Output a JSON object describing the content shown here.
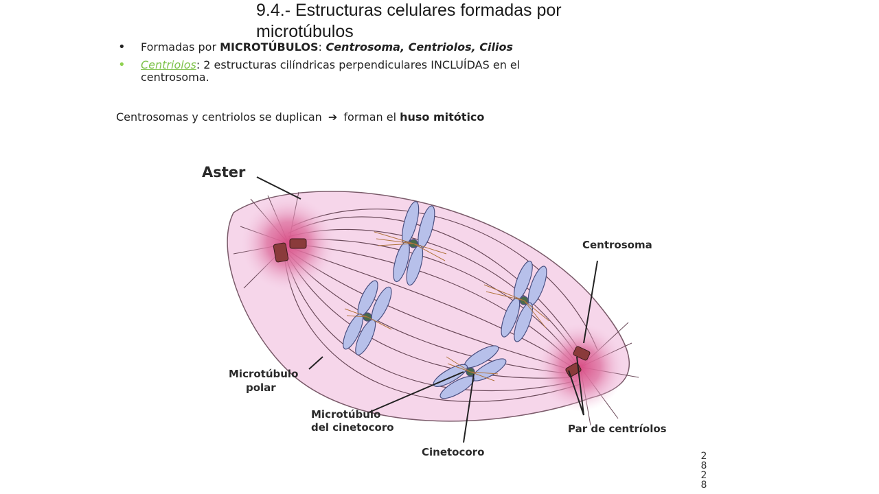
{
  "title": "9.4.- Estructuras celulares formadas por microtúbulos",
  "bullets": {
    "b1": {
      "prefix": "Formadas por ",
      "keyword": "MICROTÚBULOS",
      "colon": ":",
      "items": " Centrosoma, Centriolos,  Cilios"
    },
    "b2": {
      "keyword": "Centriolos",
      "rest": ": 2 estructuras cilíndricas perpendiculares INCLUÍDAS en el centrosoma."
    }
  },
  "sentence": {
    "part1": "Centrosomas y centriolos se duplican",
    "arrow": "➔",
    "part2": "forman el ",
    "bold": "huso mitótico"
  },
  "diagram": {
    "labels": {
      "aster": "Aster",
      "centrosoma": "Centrosoma",
      "microtubulo_polar_1": "Microtúbulo",
      "microtubulo_polar_2": "polar",
      "microtubulo_cinetocoro_1": "Microtúbulo",
      "microtubulo_cinetocoro_2": "del cinetocoro",
      "cinetocoro": "Cinetocoro",
      "par_centriolos": "Par de centríolos"
    },
    "colors": {
      "cell_fill": "#f4cfe6",
      "pole_glow": "#d94f86",
      "chromosome": "#b7c0ea",
      "microtubule": "#6b4a5a",
      "centriole": "#8a3b3b"
    }
  },
  "page_number": "2828"
}
